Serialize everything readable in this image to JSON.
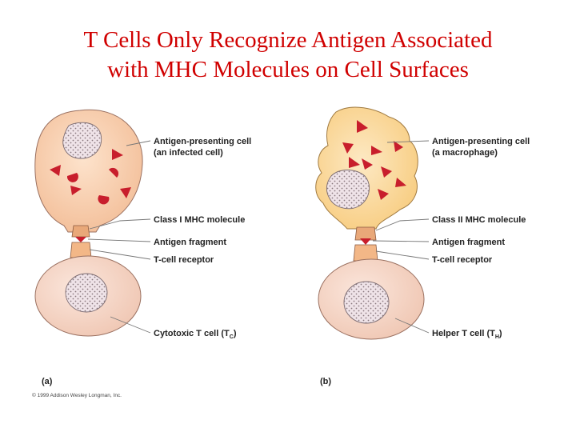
{
  "title": {
    "line1": "T Cells Only Recognize Antigen Associated",
    "line2": "with MHC Molecules on Cell Surfaces"
  },
  "panel_a": {
    "letter": "(a)",
    "labels": {
      "apc_line1": "Antigen-presenting cell",
      "apc_line2": "(an infected cell)",
      "mhc": "Class I MHC molecule",
      "fragment": "Antigen fragment",
      "receptor": "T-cell receptor",
      "tcell_main": "Cytotoxic T cell (T",
      "tcell_sub": "C",
      "tcell_close": ")"
    }
  },
  "panel_b": {
    "letter": "(b)",
    "labels": {
      "apc_line1": "Antigen-presenting cell",
      "apc_line2": "(a macrophage)",
      "mhc": "Class II MHC molecule",
      "fragment": "Antigen fragment",
      "receptor": "T-cell receptor",
      "tcell_main": "Helper T cell (T",
      "tcell_sub": "H",
      "tcell_close": ")"
    }
  },
  "copyright": "© 1999 Addison Wesley Longman, Inc.",
  "colors": {
    "title": "#d00000",
    "apc_a": "#f6c9a6",
    "apc_b": "#fbd796",
    "tcell": "#f6d4c3",
    "antigen": "#c81e2c",
    "receptor": "#f3b787"
  }
}
